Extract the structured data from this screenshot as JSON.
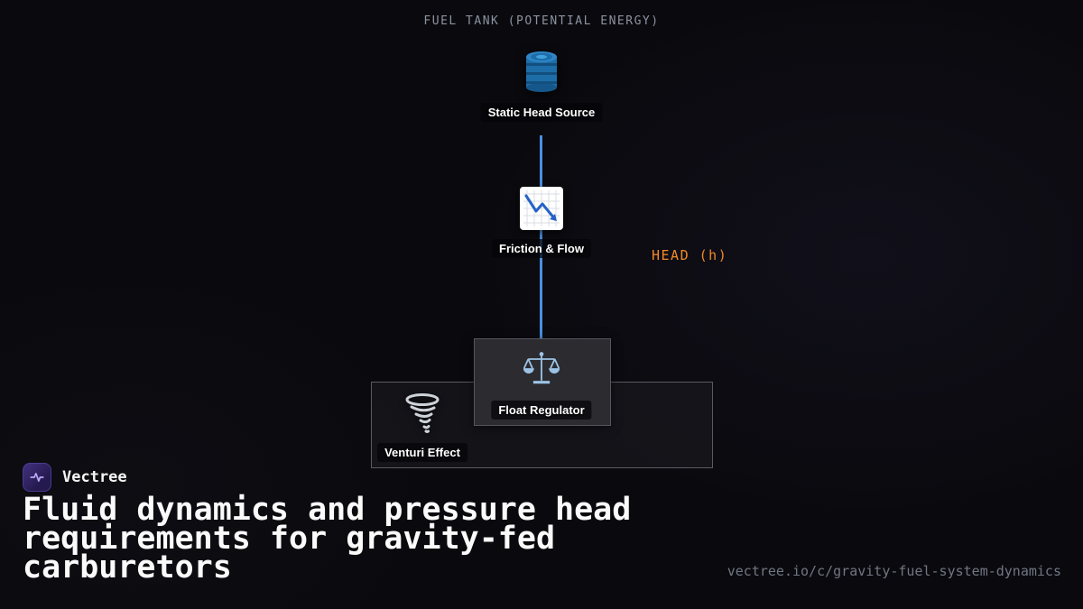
{
  "diagram": {
    "tank_label": "FUEL TANK (POTENTIAL ENERGY)",
    "edge_label": "HEAD (h)",
    "colors": {
      "edge_blue": "#4a90e2",
      "edge_label_orange": "#f08a28",
      "background": "#0a0a0e",
      "logo_purple": "#43307e"
    },
    "nodes": {
      "static_head": {
        "label": "Static Head Source",
        "icon": "oil-drum-icon"
      },
      "friction_flow": {
        "label": "Friction & Flow",
        "icon": "chart-decreasing-icon"
      },
      "float_regulator": {
        "label": "Float Regulator",
        "icon": "balance-scale-icon"
      },
      "venturi_effect": {
        "label": "Venturi Effect",
        "icon": "tornado-icon"
      }
    }
  },
  "footer": {
    "brand": "Vectree",
    "title": "Fluid dynamics and pressure head requirements for gravity-fed carburetors",
    "url": "vectree.io/c/gravity-fuel-system-dynamics"
  }
}
